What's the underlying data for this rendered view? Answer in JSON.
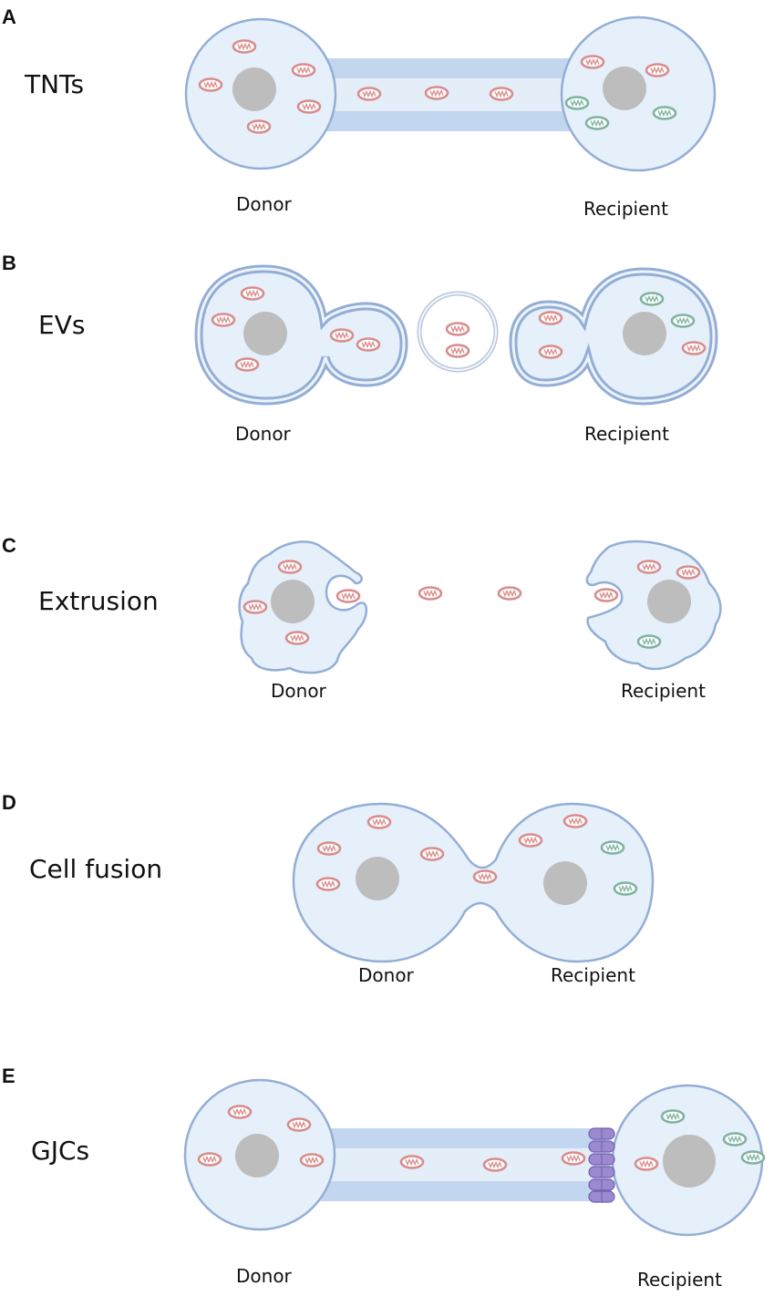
{
  "panels": [
    {
      "letter": "A",
      "title": "TNTs",
      "donor_label": "Donor",
      "recipient_label": "Recipient"
    },
    {
      "letter": "B",
      "title": "EVs",
      "donor_label": "Donor",
      "recipient_label": "Recipient"
    },
    {
      "letter": "C",
      "title": "Extrusion",
      "donor_label": "Donor",
      "recipient_label": "Recipient"
    },
    {
      "letter": "D",
      "title": "Cell fusion",
      "donor_label": "Donor",
      "recipient_label": "Recipient"
    },
    {
      "letter": "E",
      "title": "GJCs",
      "donor_label": "Donor",
      "recipient_label": "Recipient"
    }
  ],
  "colors": {
    "cell_fill": "#e6f0fa",
    "cell_stroke": "#93aed6",
    "tube_outer": "#c3d6ef",
    "tube_inner": "#e4eef8",
    "nucleus": "#bdbdbd",
    "donor_mito": "#d98c8c",
    "recipient_mito": "#7fb3a0",
    "gap_junction": "#9b8ad0"
  }
}
